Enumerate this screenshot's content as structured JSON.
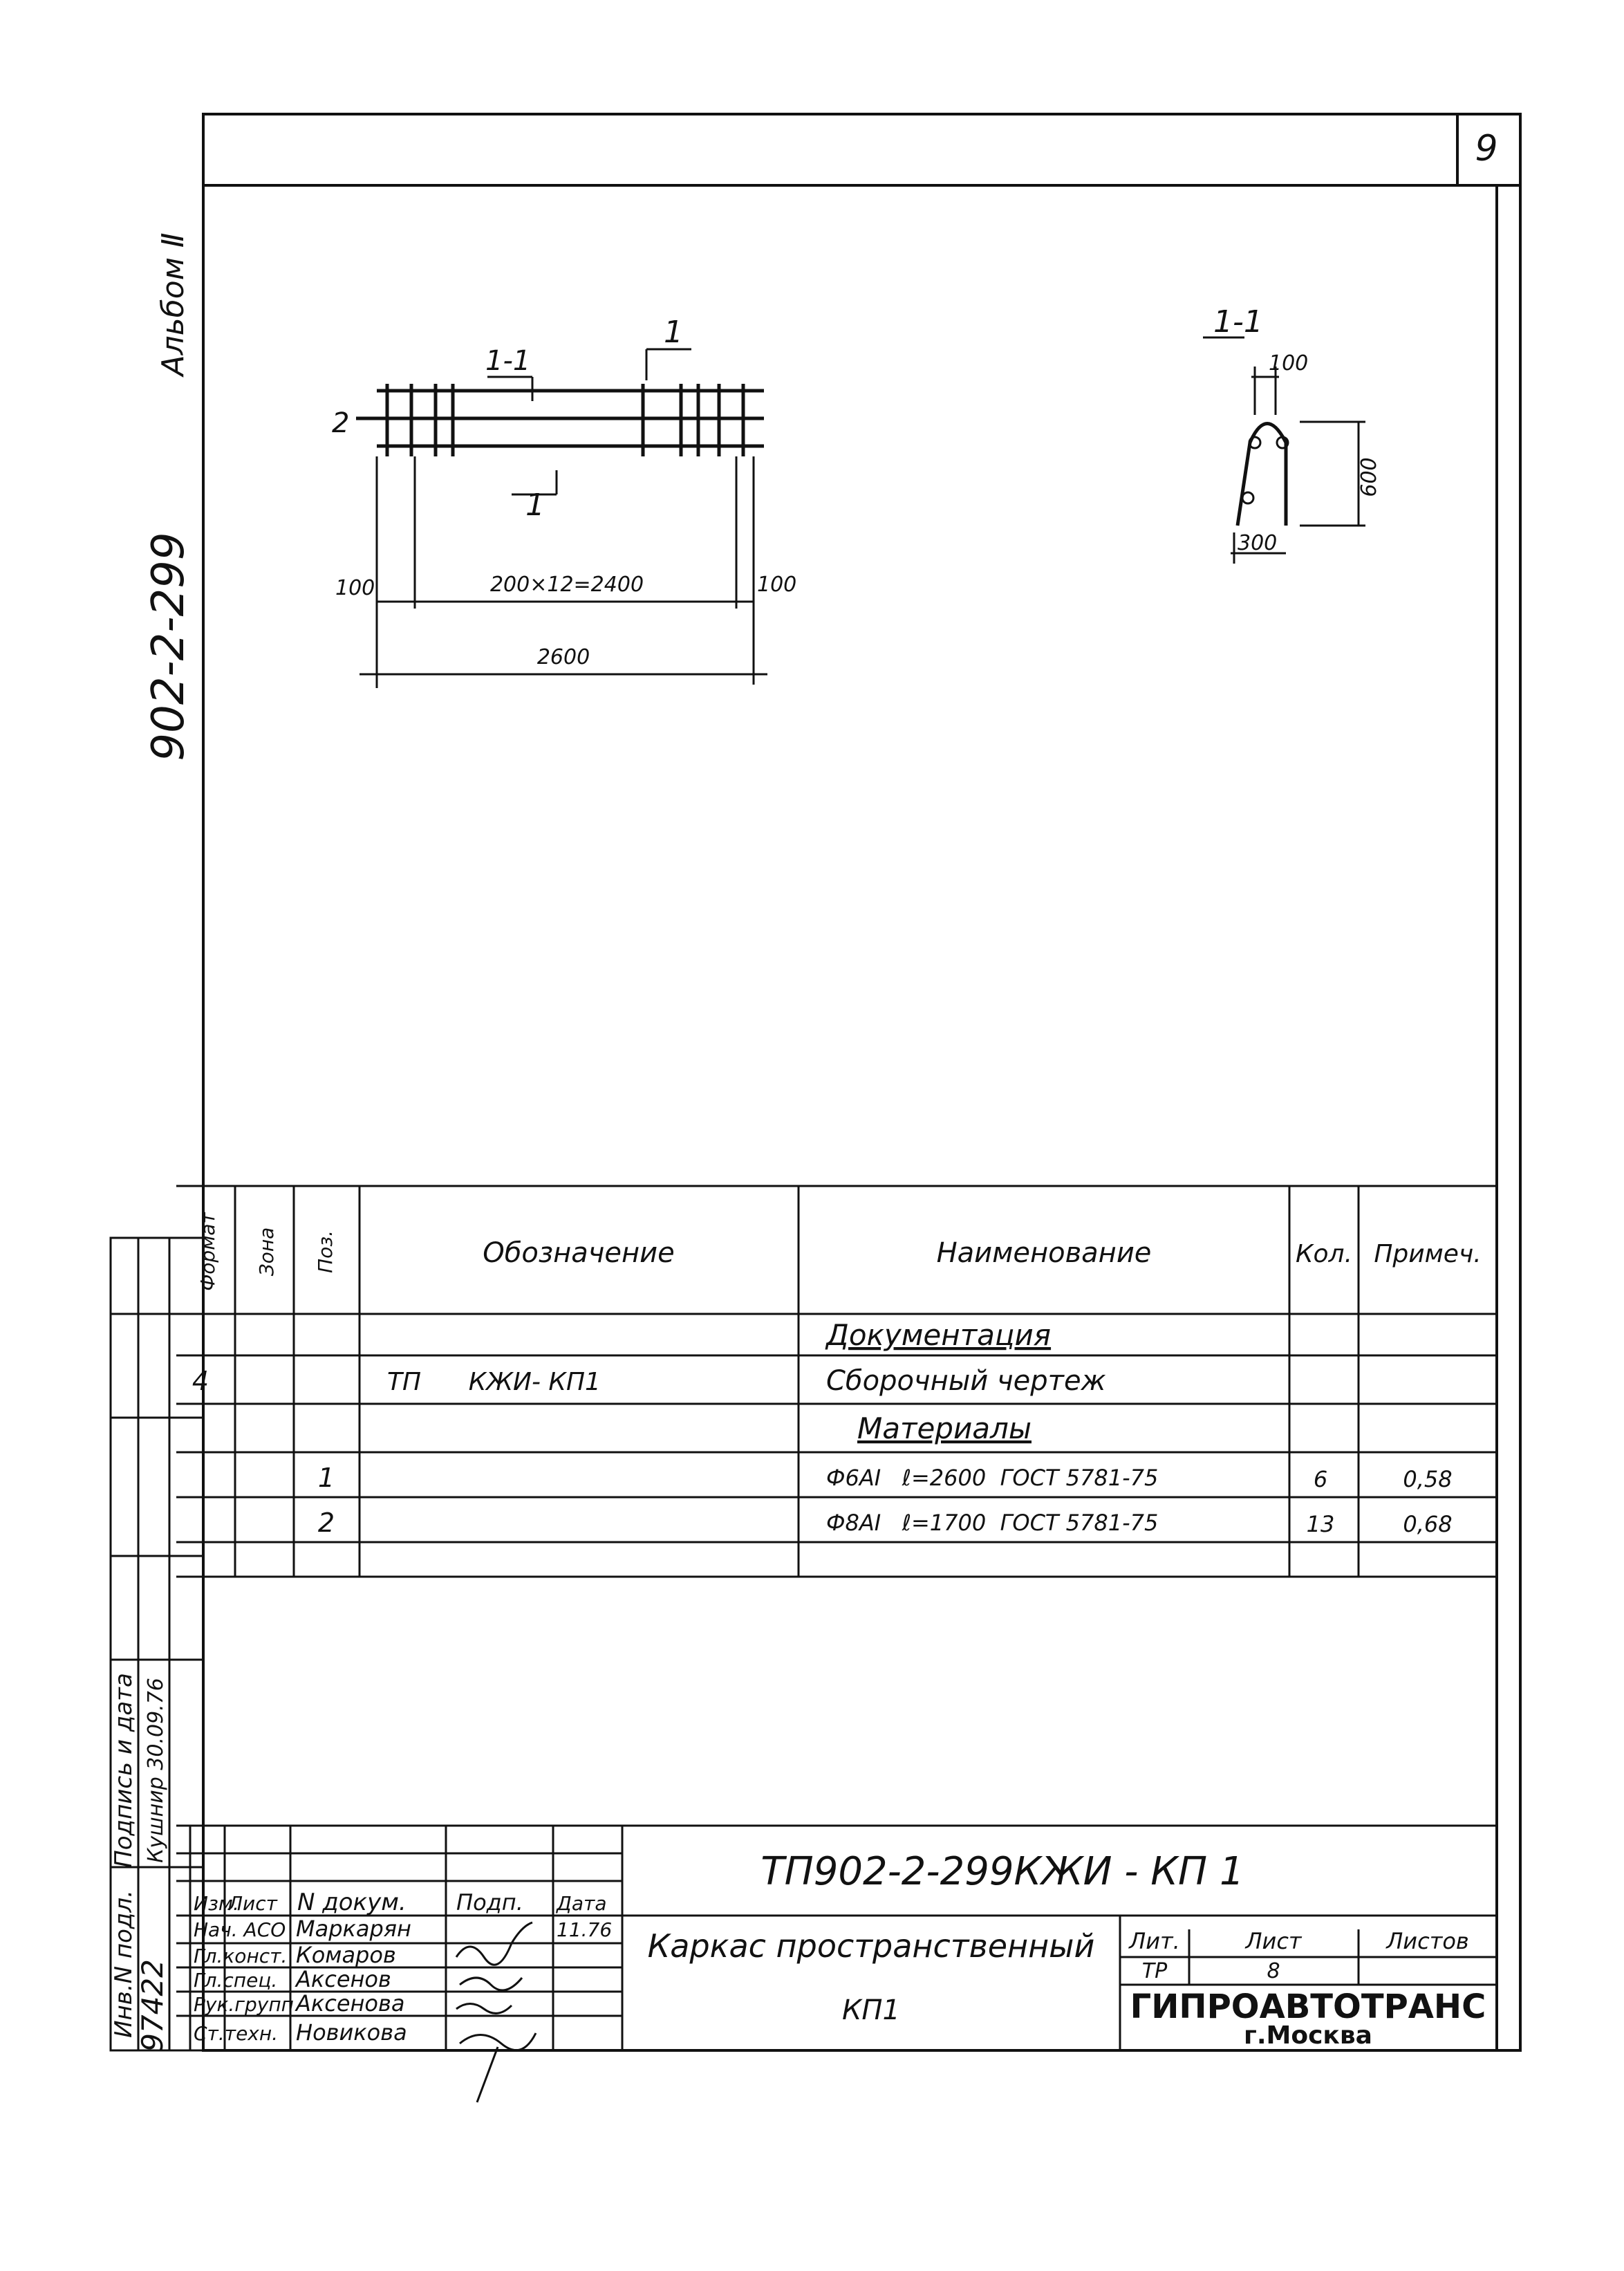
{
  "sheet_number": "9",
  "margin": {
    "album": "Альбом Ⅱ",
    "project_code": "902-2-299",
    "inv_label": "Инв.N подл.",
    "inv_value": "97422",
    "sign_label": "Подпись и дата",
    "sign_value": "Кушнир 30.09.76"
  },
  "drawing": {
    "section_mark": "1",
    "section_mark_left": "1-1",
    "section_title": "1-1",
    "pos_label": "2",
    "dim_100_left": "100",
    "dim_mid": "200×12=2400",
    "dim_100_right": "100",
    "dim_total": "2600",
    "sec_dim_top": "100",
    "sec_dim_h": "600",
    "sec_dim_bottom": "300"
  },
  "spec": {
    "headers": {
      "format": "Формат",
      "zone": "Зона",
      "pos": "Поз.",
      "designation": "Обозначение",
      "name": "Наименование",
      "qty": "Кол.",
      "note": "Примеч."
    },
    "rows": [
      {
        "format": "",
        "pos": "",
        "designation": "",
        "name": "Документация",
        "qty": "",
        "note": ""
      },
      {
        "format": "4",
        "pos": "",
        "designation": "ТП      КЖИ- КП1",
        "name": "Сборочный чертеж",
        "qty": "",
        "note": ""
      },
      {
        "format": "",
        "pos": "",
        "designation": "",
        "name": "Материалы",
        "qty": "",
        "note": ""
      },
      {
        "format": "",
        "pos": "1",
        "designation": "",
        "name": "Ф6АI   ℓ=2600  ГОСТ 5781-75",
        "qty": "6",
        "note": "0,58"
      },
      {
        "format": "",
        "pos": "2",
        "designation": "",
        "name": "Ф8АI   ℓ=1700  ГОСТ 5781-75",
        "qty": "13",
        "note": "0,68"
      }
    ]
  },
  "stamp": {
    "doc_code": "ТП902-2-299КЖИ - КП 1",
    "col_headers": {
      "izm": "Изм.",
      "list": "Лист",
      "doc": "N докум.",
      "sign": "Подп.",
      "date": "Дата"
    },
    "people": [
      {
        "role": "Нач. АСО",
        "name": "Маркарян",
        "date": "11.76"
      },
      {
        "role": "Гл.конст.",
        "name": "Комаров",
        "date": ""
      },
      {
        "role": "Гл.спец.",
        "name": "Аксенов",
        "date": ""
      },
      {
        "role": "Рук.групп",
        "name": "Аксенова",
        "date": ""
      },
      {
        "role": "Ст.техн.",
        "name": "Новикова",
        "date": ""
      }
    ],
    "title_line1": "Каркас пространственный",
    "title_line2": "КП1",
    "lit_label": "Лит.",
    "sheet_label": "Лист",
    "sheets_label": "Листов",
    "lit_value": "ТР",
    "sheet_value": "8",
    "org": "ГИПРОАВТОТРАНС",
    "city": "г.Москва"
  }
}
